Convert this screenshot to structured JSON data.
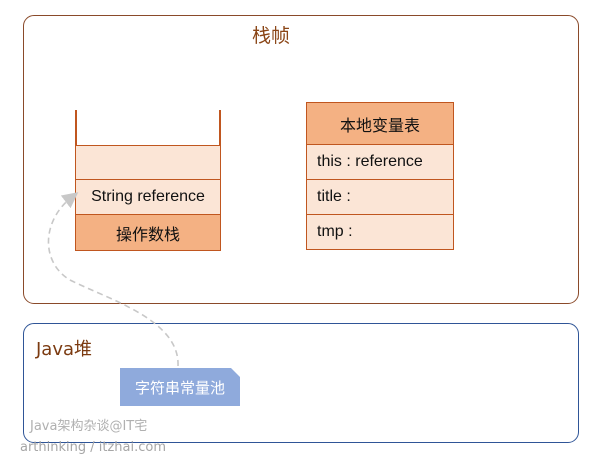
{
  "stack_frame": {
    "title": "栈帧"
  },
  "operand_stack": {
    "entry": "String reference",
    "label": "操作数栈"
  },
  "local_variable_table": {
    "header": "本地变量表",
    "rows": [
      "this : reference",
      "title :",
      "tmp :"
    ]
  },
  "heap": {
    "title": "Java堆",
    "string_pool": "字符串常量池"
  },
  "watermarks": {
    "line1": "Java架构杂谈@IT宅",
    "line2": "arthinking / itzhai.com"
  },
  "colors": {
    "frame_border": "#8a4a2a",
    "heap_border": "#2f5597",
    "cell_light": "#fbe5d6",
    "cell_dark": "#f4b183",
    "pool": "#8faadc"
  }
}
